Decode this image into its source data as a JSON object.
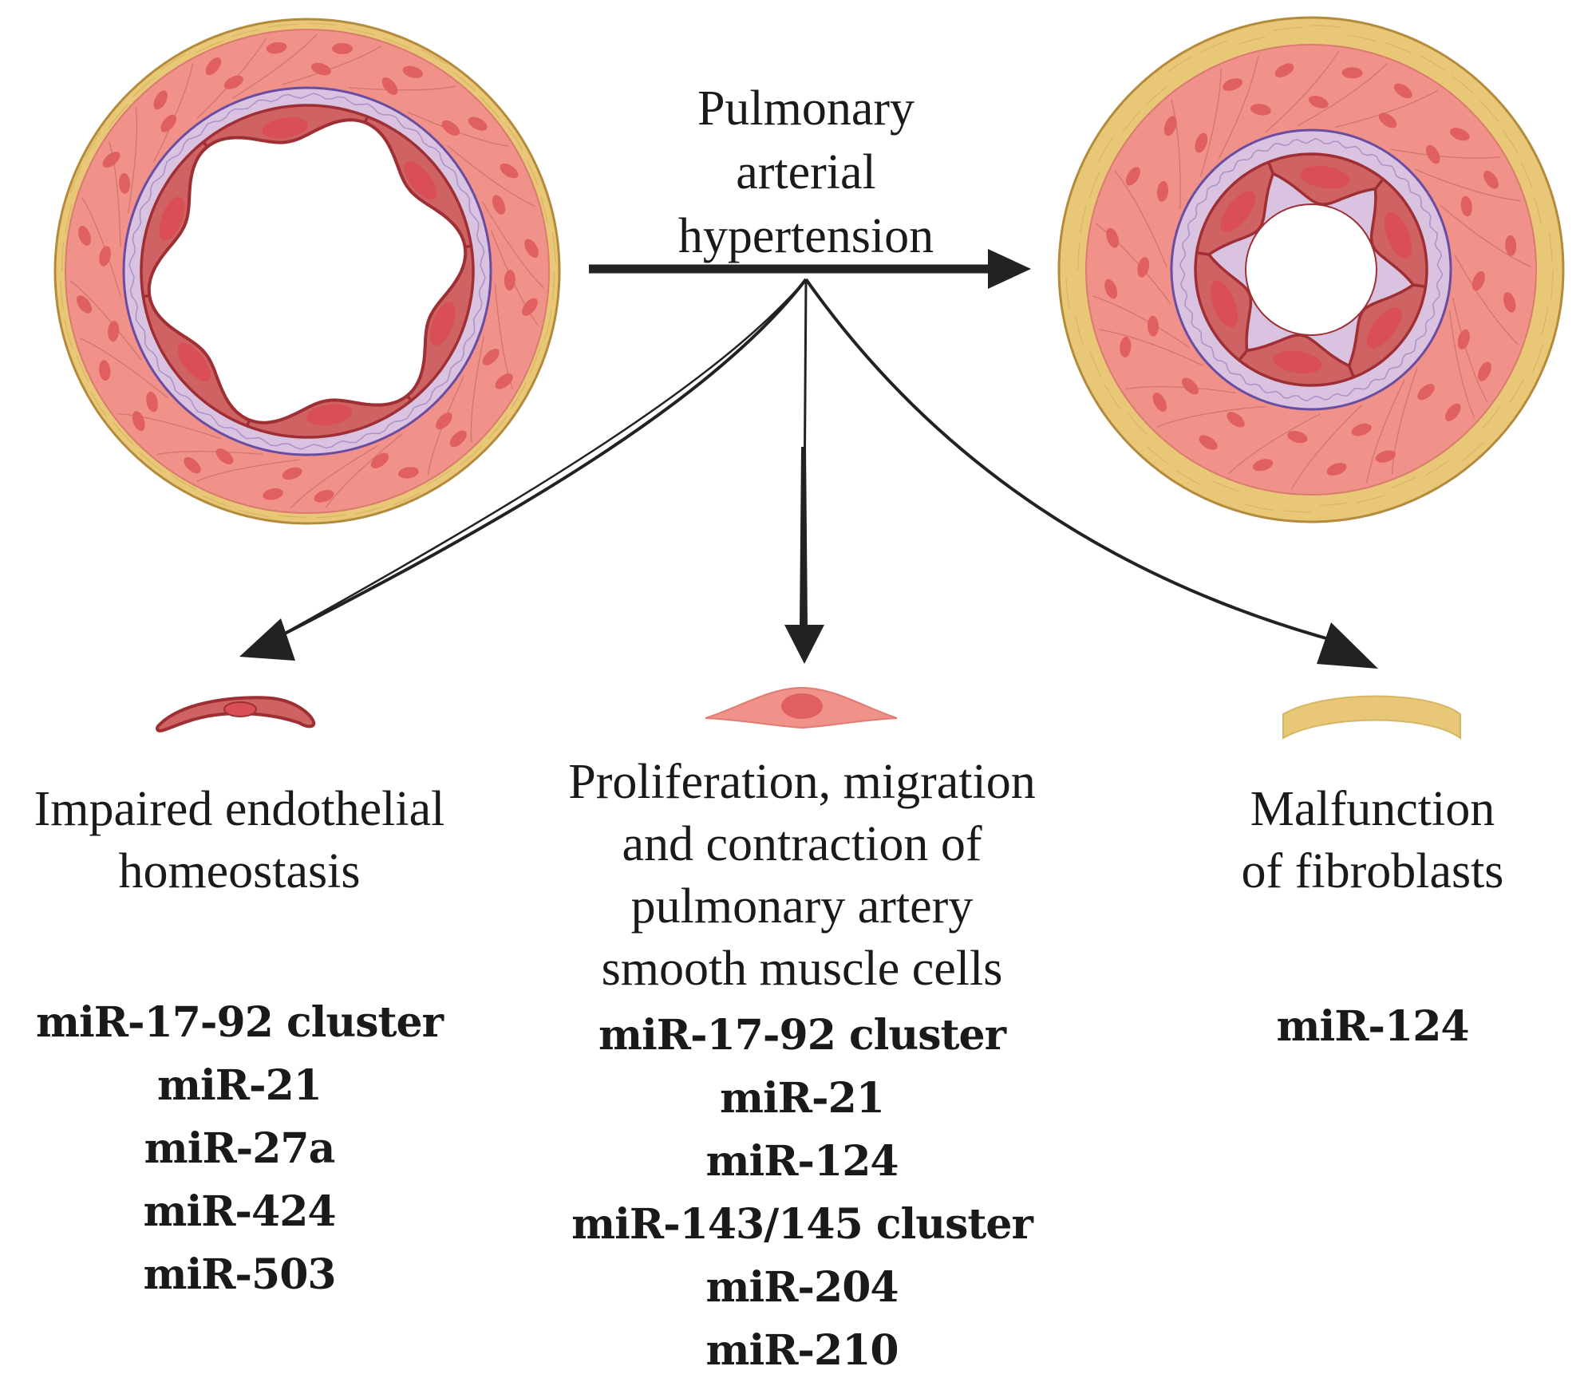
{
  "title": {
    "lines": [
      "Pulmonary",
      "arterial",
      "hypertension"
    ]
  },
  "colors": {
    "adventitia": "#e8c877",
    "adventitia_edge": "#b48a3c",
    "media": "#f0928a",
    "media_nucleus": "#e06060",
    "media_fiber": "#c56a62",
    "intima": "#d9c3e0",
    "intima_line": "#6a4ca0",
    "endothelium": "#cf6263",
    "endothelium_edge": "#9e3035",
    "endothelium_nucleus": "#d94f55",
    "arrow": "#222222"
  },
  "columns": [
    {
      "id": "endothelial",
      "icon": "endothelial-cell-icon",
      "heading": [
        "Impaired endothelial",
        "homeostasis"
      ],
      "mirnas": [
        "miR-17-92 cluster",
        "miR-21",
        "miR-27a",
        "miR-424",
        "miR-503"
      ]
    },
    {
      "id": "smooth-muscle",
      "icon": "smooth-muscle-cell-icon",
      "heading": [
        "Proliferation, migration",
        "and contraction of",
        "pulmonary artery",
        "smooth muscle cells"
      ],
      "mirnas": [
        "miR-17-92 cluster",
        "miR-21",
        "miR-124",
        "miR-143/145 cluster",
        "miR-204",
        "miR-210"
      ]
    },
    {
      "id": "fibroblasts",
      "icon": "fibroblast-layer-icon",
      "heading": [
        "Malfunction",
        "of fibroblasts"
      ],
      "mirnas": [
        "miR-124"
      ]
    }
  ]
}
